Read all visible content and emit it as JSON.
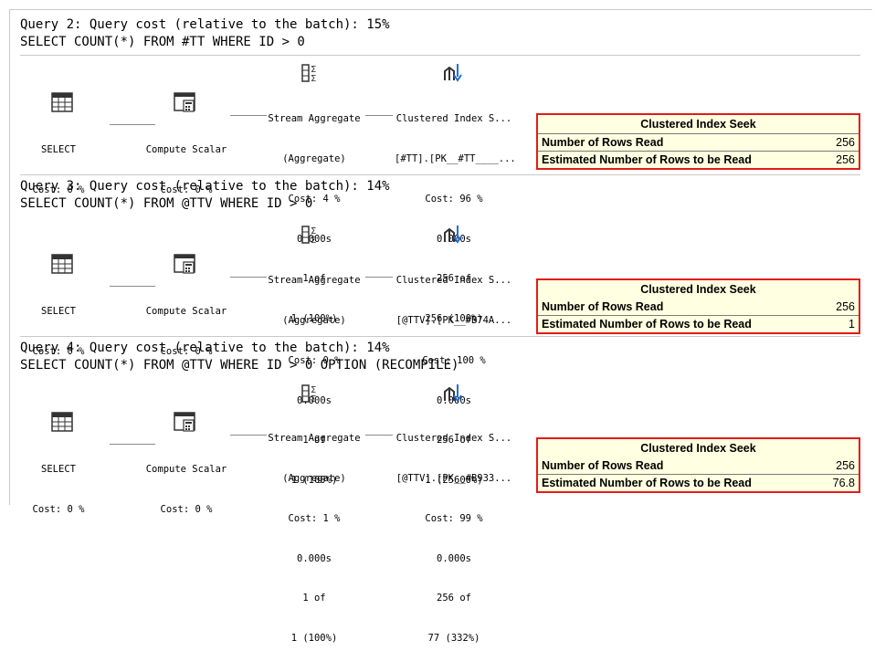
{
  "queries": [
    {
      "title": "Query 2: Query cost (relative to the batch): 15%",
      "sql": "SELECT COUNT(*) FROM #TT WHERE ID > 0",
      "select": {
        "name": "SELECT",
        "cost": "Cost: 0 %"
      },
      "compute": {
        "name": "Compute Scalar",
        "cost": "Cost: 0 %"
      },
      "stream": {
        "name": "Stream Aggregate",
        "sub": "(Aggregate)",
        "cost": "Cost: 4 %",
        "time": "0.000s",
        "rows": "1 of",
        "est": "1 (100%)"
      },
      "seek": {
        "name": "Clustered Index S...",
        "object": "[#TT].[PK__#TT____...",
        "cost": "Cost: 96 %",
        "time": "0.000s",
        "rows": "256 of",
        "est": "256 (100%)"
      },
      "tooltip": {
        "title": "Clustered Index Seek",
        "rows_read_label": "Number of Rows Read",
        "rows_read": "256",
        "est_label": "Estimated Number of Rows to be Read",
        "est": "256"
      }
    },
    {
      "title": "Query 3: Query cost (relative to the batch): 14%",
      "sql": "SELECT COUNT(*) FROM @TTV WHERE ID > 0",
      "select": {
        "name": "SELECT",
        "cost": "Cost: 0 %"
      },
      "compute": {
        "name": "Compute Scalar",
        "cost": "Cost: 0 %"
      },
      "stream": {
        "name": "Stream Aggregate",
        "sub": "(Aggregate)",
        "cost": "Cost: 0 %",
        "time": "0.000s",
        "rows": "1 of",
        "est": "1 (100%)"
      },
      "seek": {
        "name": "Clustered Index S...",
        "object": "[@TTV].[PK__#B74A...",
        "cost": "Cost: 100 %",
        "time": "0.000s",
        "rows": "256 of",
        "est": "1 (25600%)"
      },
      "tooltip": {
        "title": "Clustered Index Seek",
        "rows_read_label": "Number of Rows Read",
        "rows_read": "256",
        "est_label": "Estimated Number of Rows to be Read",
        "est": "1"
      }
    },
    {
      "title": "Query 4: Query cost (relative to the batch): 14%",
      "sql": "SELECT COUNT(*) FROM @TTV WHERE ID > 0 OPTION (RECOMPILE)",
      "select": {
        "name": "SELECT",
        "cost": "Cost: 0 %"
      },
      "compute": {
        "name": "Compute Scalar",
        "cost": "Cost: 0 %"
      },
      "stream": {
        "name": "Stream Aggregate",
        "sub": "(Aggregate)",
        "cost": "Cost: 1 %",
        "time": "0.000s",
        "rows": "1 of",
        "est": "1 (100%)"
      },
      "seek": {
        "name": "Clustered Index S...",
        "object": "[@TTV].[PK__#B933...",
        "cost": "Cost: 99 %",
        "time": "0.000s",
        "rows": "256 of",
        "est": "77 (332%)"
      },
      "tooltip": {
        "title": "Clustered Index Seek",
        "rows_read_label": "Number of Rows Read",
        "rows_read": "256",
        "est_label": "Estimated Number of Rows to be Read",
        "est": "76.8"
      }
    }
  ]
}
